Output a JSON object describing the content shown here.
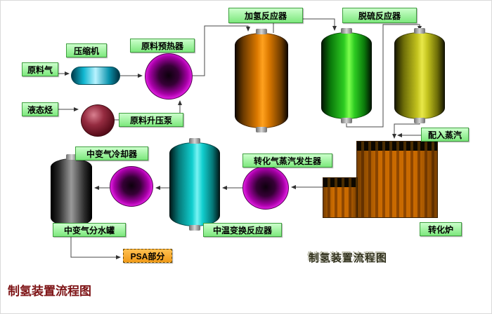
{
  "page_title": "制氢装置流程图",
  "diagram": {
    "watermark": "制氢装置流程图",
    "labels": {
      "raw_gas": "原料气",
      "compressor": "压缩机",
      "feed_preheater": "原料预热器",
      "hydrogenation_reactor": "加氢反应器",
      "desulfurization_reactor": "脱硫反应器",
      "liquid_hydrocarbon": "液态烃",
      "feed_booster_pump": "原料升压泵",
      "shift_gas_cooler": "中变气冷却器",
      "reformed_gas_steam_generator": "转化气蒸汽发生器",
      "steam_injection": "配入蒸汽",
      "shift_gas_water_separator": "中变气分水罐",
      "medium_temp_shift_reactor": "中温变换反应器",
      "reformer_furnace": "转化炉",
      "psa_section": "PSA部分"
    },
    "flow_edges": [
      {
        "from": "原料气",
        "to": "压缩机"
      },
      {
        "from": "压缩机",
        "to": "原料预热器"
      },
      {
        "from": "液态烃",
        "to": "原料升压泵"
      },
      {
        "from": "原料升压泵",
        "to": "原料预热器"
      },
      {
        "from": "原料预热器",
        "to": "加氢反应器"
      },
      {
        "from": "加氢反应器",
        "to": "脱硫反应器"
      },
      {
        "from": "脱硫反应器",
        "to": "转化炉"
      },
      {
        "from": "配入蒸汽",
        "to": "转化炉"
      },
      {
        "from": "转化炉",
        "to": "转化气蒸汽发生器"
      },
      {
        "from": "转化气蒸汽发生器",
        "to": "中温变换反应器"
      },
      {
        "from": "中温变换反应器",
        "to": "中变气冷却器"
      },
      {
        "from": "中变气冷却器",
        "to": "中变气分水罐"
      },
      {
        "from": "中变气分水罐",
        "to": "PSA部分"
      }
    ],
    "colors": {
      "label_box_green": "#8dee8d",
      "psa_box_orange": "#f5a623",
      "hydrogenation_tank": "#dd7a00",
      "desulfurization_tank_1": "#2ecc22",
      "desulfurization_tank_2": "#c3c31e",
      "shift_reactor_tank": "#11cfcf",
      "separator_tank": "#555555",
      "exchanger_magenta": "#ee00ee",
      "compressor_cyan": "#0fb6d0",
      "pump_maroon": "#6a1020",
      "furnace_orange": "#c96a00",
      "caption_red": "#7e1416"
    }
  }
}
